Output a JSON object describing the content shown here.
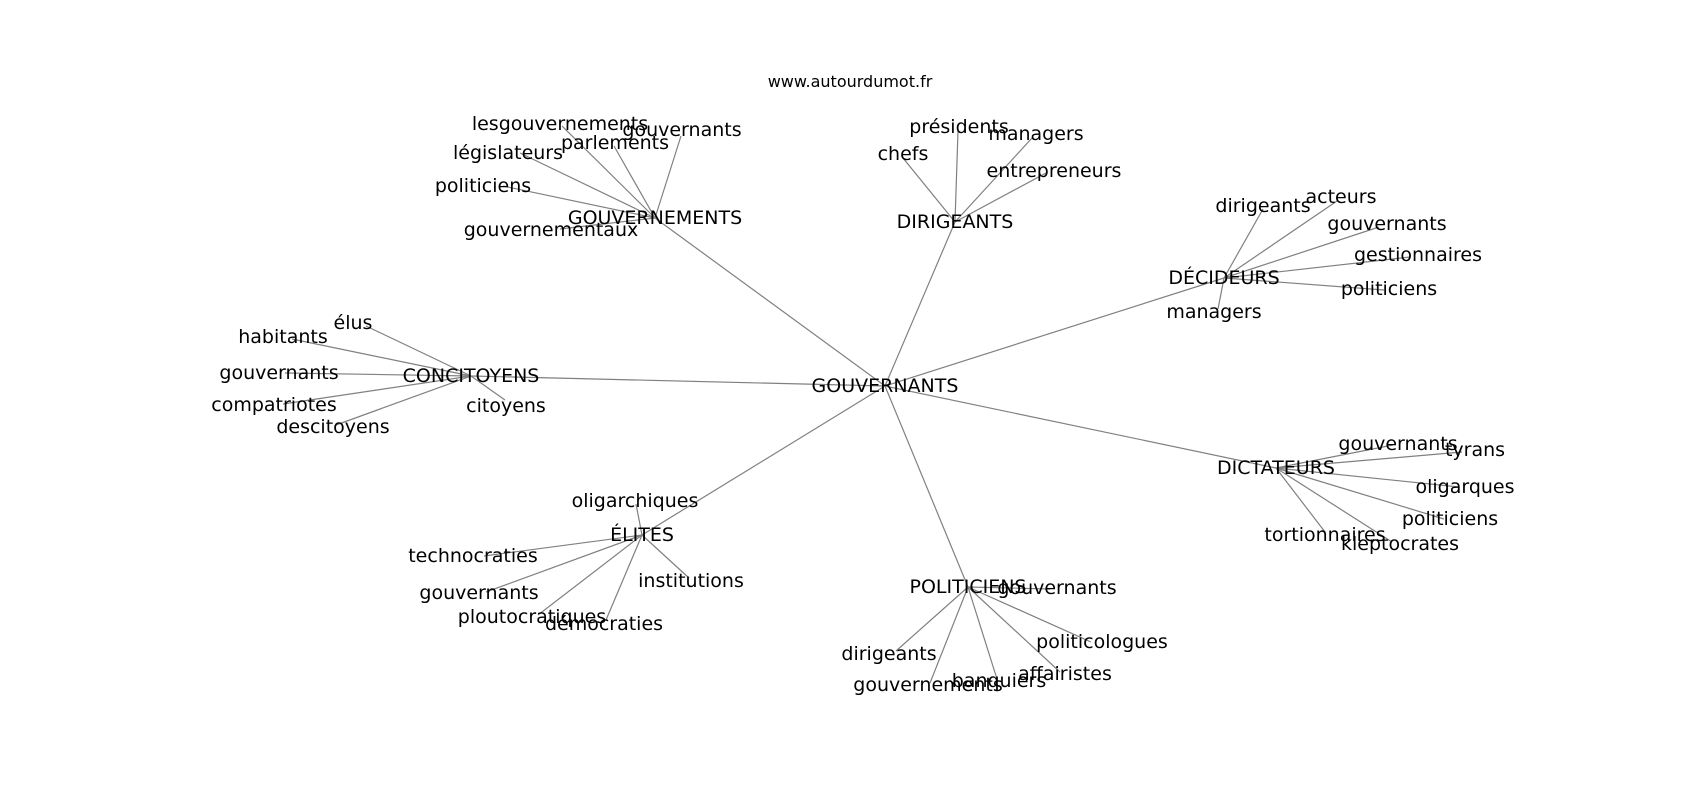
{
  "site_url": "www.autourdumot.fr",
  "colors": {
    "edge": "#808080",
    "text": "#000000",
    "background": "#ffffff"
  },
  "root": "GOUVERNANTS",
  "groups": [
    {
      "label": "GOUVERNEMENTS",
      "children": [
        "lesgouvernements",
        "parlements",
        "gouvernants",
        "législateurs",
        "politiciens",
        "gouvernementaux"
      ]
    },
    {
      "label": "DIRIGEANTS",
      "children": [
        "présidents",
        "managers",
        "chefs",
        "entrepreneurs"
      ]
    },
    {
      "label": "DÉCIDEURS",
      "children": [
        "dirigeants",
        "acteurs",
        "gouvernants",
        "gestionnaires",
        "politiciens",
        "managers"
      ]
    },
    {
      "label": "CONCITOYENS",
      "children": [
        "élus",
        "habitants",
        "gouvernants",
        "compatriotes",
        "citoyens",
        "descitoyens"
      ]
    },
    {
      "label": "DICTATEURS",
      "children": [
        "gouvernants",
        "tyrans",
        "oligarques",
        "politiciens",
        "tortionnaires",
        "kleptocrates"
      ]
    },
    {
      "label": "ÉLITES",
      "children": [
        "oligarchiques",
        "technocraties",
        "institutions",
        "gouvernants",
        "ploutocratiques",
        "démocraties"
      ]
    },
    {
      "label": "POLITICIENS",
      "children": [
        "gouvernants",
        "politicologues",
        "dirigeants",
        "affairistes",
        "banquiers",
        "gouvernements"
      ]
    }
  ]
}
